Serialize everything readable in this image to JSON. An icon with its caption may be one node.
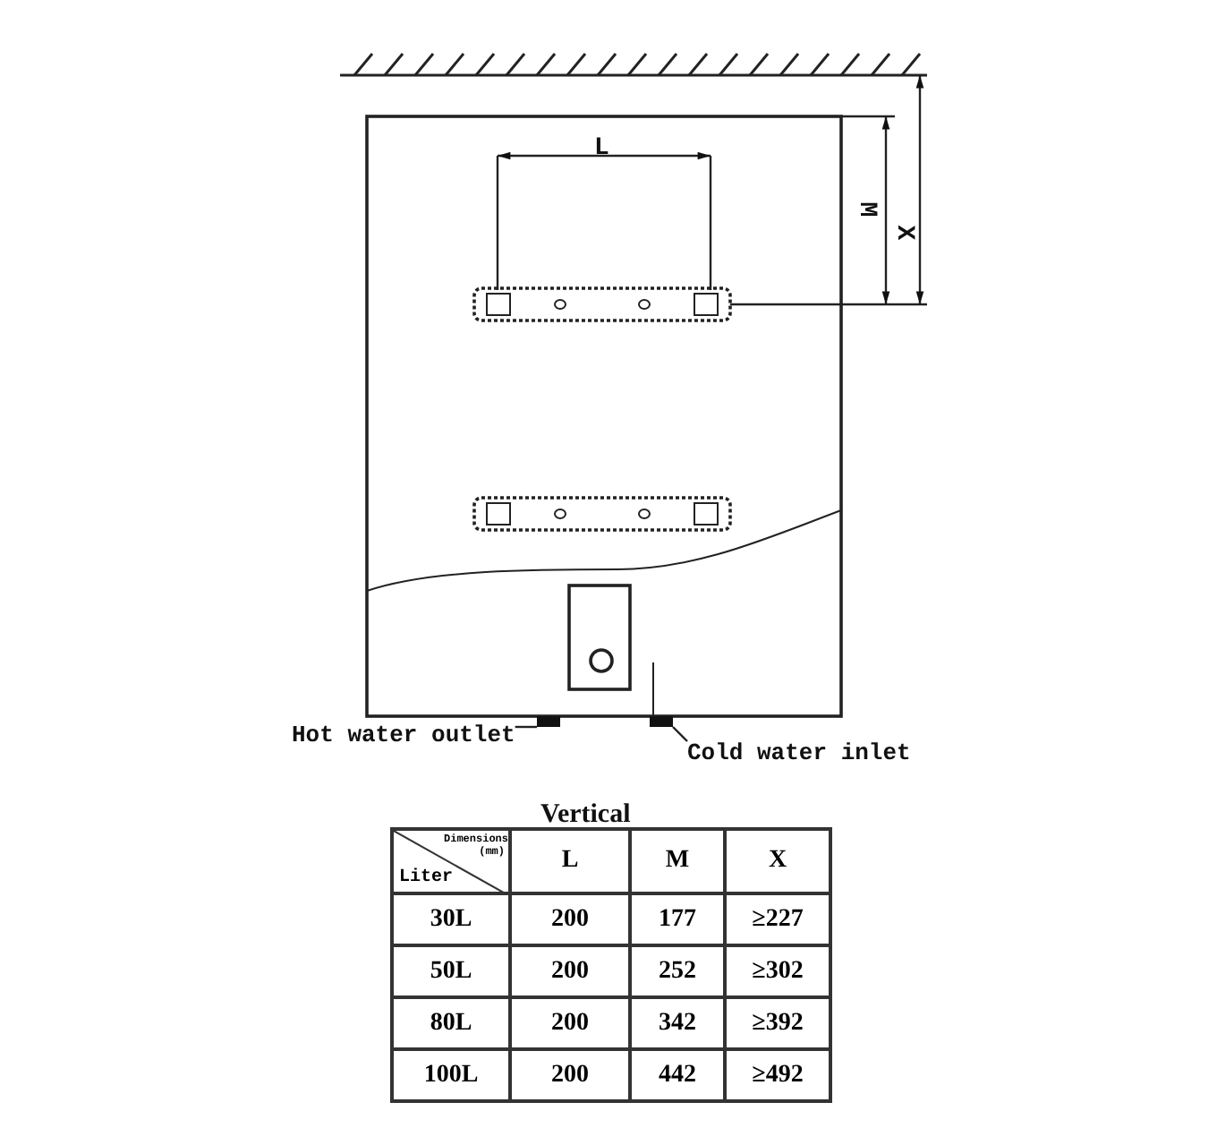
{
  "diagram": {
    "nodes": [
      {
        "text": [
          "Hot water outlet"
        ]
      },
      {
        "text": [],
        "shape": "box"
      },
      {
        "text": [
          "Cold water inlet"
        ]
      },
      {
        "text": [],
        "shape": "box"
      }
    ],
    "edges": [
      {
        "from": 0,
        "to": 1,
        "arrow": "none"
      },
      {
        "from": 2,
        "to": 3,
        "arrow": "none"
      }
    ],
    "labels": [
      "L",
      "M",
      "X",
      "Vertical",
      "Dimensions (mm)",
      "Liter",
      "L",
      "M",
      "X",
      "30L",
      "200",
      "177",
      "≥227",
      "50L",
      "200",
      "252",
      "≥302",
      "80L",
      "200",
      "342",
      "≥392",
      "100L",
      "200",
      "442",
      "≥492"
    ]
  }
}
